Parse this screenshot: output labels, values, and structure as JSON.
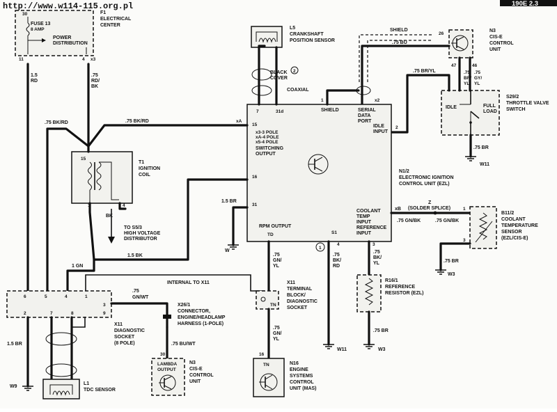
{
  "header": {
    "url": "http://www.w114-115.org.pl",
    "corner": "190E 2.3"
  },
  "fuse": {
    "id": "F1",
    "name1": "ELECTRICAL",
    "name2": "CENTER",
    "fuse_label": "FUSE 13",
    "rating": "8 AMP",
    "dist1": "POWER",
    "dist2": "DISTRIBUTION",
    "pin_top": "30",
    "pin_11": "11",
    "pin_4": "4",
    "pin_x3": "x3"
  },
  "crank": {
    "id": "L5",
    "name1": "CRANKSHAFT",
    "name2": "POSITION SENSOR",
    "cover1": "BLACK",
    "cover2": "COVER",
    "coax": "COAXIAL",
    "num": "2"
  },
  "shield": {
    "label": "SHIELD",
    "pin": "26",
    "wire": ".75 BU"
  },
  "n3top": {
    "id": "N3",
    "name1": "CIS-E",
    "name2": "CONTROL",
    "name3": "UNIT"
  },
  "tps": {
    "id": "S29/2",
    "name1": "THROTTLE VALVE",
    "name2": "SWITCH",
    "idle": "IDLE",
    "full1": "FULL",
    "full2": "LOAD",
    "pin47": "47",
    "pin46": "46",
    "w47a": ".75",
    "w47b": "BR/",
    "w47c": "YL",
    "w46a": ".75",
    "w46b": "GY/",
    "w46c": "YL",
    "wire_in": ".75 BR/YL",
    "pin2": "2",
    "wire_out": ".75 BR",
    "ground": "W11"
  },
  "wires": {
    "rd15": "1.5",
    "rd15b": "RD",
    "rdbk": ".75",
    "rdbk2": "RD/",
    "rdbk3": "BK",
    "bkrd_left": ".75 BK/RD",
    "bkrd_top": ".75 BK/RD",
    "br15": "1.5 BR",
    "bk15": "1.5 BK",
    "gn1": "1 GN",
    "bk": "BK",
    "gnwt1": ".75",
    "gnwt2": "GN/WT",
    "buwt": ".75 BU/WT",
    "br15_left": "1.5 BR",
    "gnyl1a": ".75",
    "gnyl1b": "GN/",
    "gnyl1c": "YL",
    "gnyl2a": ".75",
    "gnyl2b": "GN/",
    "gnyl2c": "YL",
    "bkrd2a": ".75",
    "bkrd2b": "BK/",
    "bkrd2c": "RD",
    "bkyl1a": ".75",
    "bkyl1b": "BK/",
    "bkyl1c": "YL",
    "br75": ".75 BR",
    "gnbk1": ".75 GN/BK",
    "gnbk2": ".75 GN/BK",
    "z": "Z",
    "splice": "(SOLDER SPLICE)",
    "xb": "xB",
    "internal": "INTERNAL TO X11",
    "br75b": ".75 BR"
  },
  "coil": {
    "id": "T1",
    "name1": "IGNITION",
    "name2": "COIL",
    "pin15": "15",
    "pin1": "1",
    "pin4": "4",
    "hv1": "TO S5/3",
    "hv2": "HIGH VOLTAGE",
    "hv3": "DISTRIBUTOR"
  },
  "ecu": {
    "id": "N1/2",
    "name1": "ELECTRONIC IGNITION",
    "name2": "CONTROL UNIT (EZL)",
    "p7": "7",
    "p31d": "31d",
    "shield": "SHIELD",
    "p1": "1",
    "serial1": "SERIAL",
    "serial2": "DATA",
    "serial3": "PORT",
    "px2": "x2",
    "p15": "15",
    "pxA": "xA",
    "sw1": "x3-3 POLE",
    "sw2": "xA-4 POLE",
    "sw3": "x5-4 POLE",
    "sw4": "SWITCHING",
    "sw5": "OUTPUT",
    "p16": "16",
    "p31": "31",
    "idle1": "IDLE",
    "idle2": "INPUT",
    "rpm": "RPM OUTPUT",
    "td": "TD",
    "pS1": "S1",
    "cool1": "COOLANT",
    "cool2": "TEMP",
    "cool3": "INPUT",
    "ref1": "REFERENCE",
    "ref2": "INPUT",
    "p4": "4",
    "p3": "3",
    "circ": "1"
  },
  "grounds": {
    "w": "W",
    "w9": "W9",
    "w11": "W11",
    "w3a": "W3",
    "w3b": "W3"
  },
  "x11diag": {
    "id": "X11",
    "name1": "DIAGNOSTIC",
    "name2": "SOCKET",
    "name3": "(8 POLE)",
    "p6": "6",
    "p5": "5",
    "p4": "4",
    "p1": "1",
    "p3": "3",
    "p2": "2",
    "p7": "7",
    "p8": "8",
    "p9": "9"
  },
  "tdc": {
    "id": "L1",
    "name": "TDC SENSOR"
  },
  "x26": {
    "id": "X26/1",
    "name1": "CONNECTOR,",
    "name2": "ENGINE/HEADLAMP",
    "name3": "HARNESS (1-POLE)"
  },
  "n3bot": {
    "id": "N3",
    "name1": "CIS-E",
    "name2": "CONTROL",
    "name3": "UNIT",
    "in1": "LAMBDA",
    "in2": "OUTPUT",
    "pin30": "30"
  },
  "x11term": {
    "id": "X11",
    "name1": "TERMINAL",
    "name2": "BLOCK/",
    "name3": "DIAGNOSTIC",
    "name4": "SOCKET",
    "tn": "TN"
  },
  "n16": {
    "id": "N16",
    "name1": "ENGINE",
    "name2": "SYSTEMS",
    "name3": "CONTROL",
    "name4": "UNIT (MAS)",
    "tn": "TN",
    "pin16": "16"
  },
  "coolant": {
    "id": "B11/2",
    "name1": "COOLANT",
    "name2": "TEMPERATURE",
    "name3": "SENSOR",
    "name4": "(EZL/CIS-E)",
    "p1": "1",
    "p3": "3",
    "wire": ".75 BR"
  },
  "resistor": {
    "id": "R16/1",
    "name1": "REFERENCE",
    "name2": "RESISTOR (EZL)",
    "wire": ".75 BR"
  }
}
